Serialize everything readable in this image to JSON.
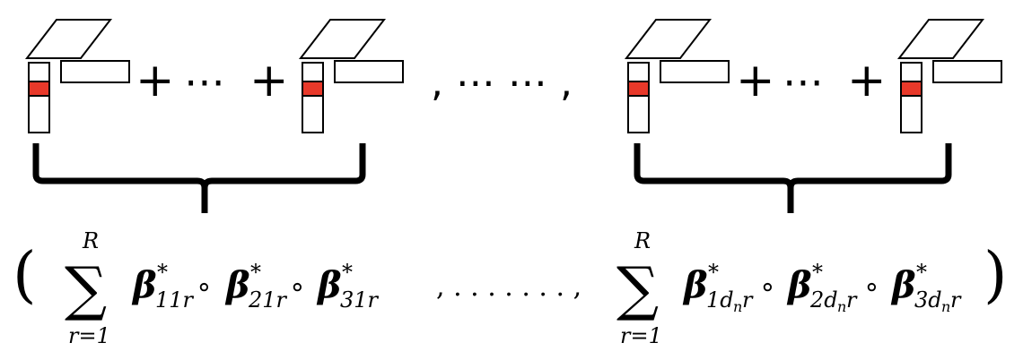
{
  "top": {
    "plus": "+",
    "cdots": "⋯",
    "separator": ", ⋯ ⋯ ,"
  },
  "formula": {
    "open_paren": "(",
    "close_paren": ")",
    "sum_symbol": "∑",
    "upper_limit": "R",
    "lower_limit": "r=1",
    "circ": "∘",
    "beta": "β",
    "star": "*",
    "group1": {
      "sub1": "11r",
      "sub2": "21r",
      "sub3": "31r"
    },
    "group2": {
      "sub1": "1d",
      "sub2": "2d",
      "sub3": "3d",
      "n": "n",
      "r": "r"
    },
    "middle_dots": ", . . . . . . . ,"
  },
  "colors": {
    "highlight": "#e8392a",
    "stroke": "#000000"
  }
}
